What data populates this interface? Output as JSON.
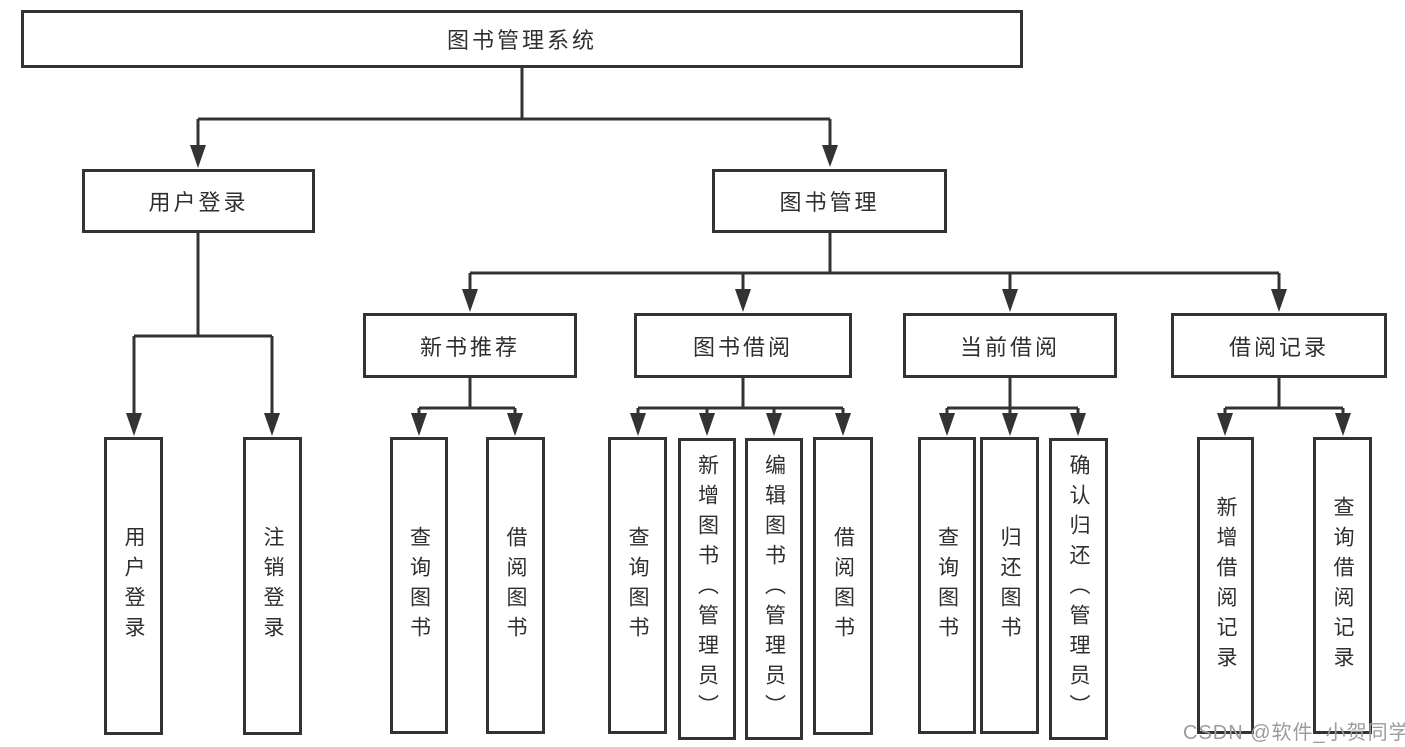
{
  "colors": {
    "background": "#ffffff",
    "line": "#333333",
    "box_border": "#333333",
    "box_fill": "#ffffff",
    "text": "#2f2f2f",
    "watermark": "#9c9c9c"
  },
  "tree": {
    "root": {
      "label": "图书管理系统"
    },
    "user_login": {
      "label": "用户登录",
      "children": [
        {
          "label": "用户登录"
        },
        {
          "label": "注销登录"
        }
      ]
    },
    "book_mgmt": {
      "label": "图书管理",
      "sections": [
        {
          "label": "新书推荐",
          "children": [
            {
              "label": "查询图书"
            },
            {
              "label": "借阅图书"
            }
          ]
        },
        {
          "label": "图书借阅",
          "children": [
            {
              "label": "查询图书"
            },
            {
              "label": "新增图书（管理员）"
            },
            {
              "label": "编辑图书（管理员）"
            },
            {
              "label": "借阅图书"
            }
          ]
        },
        {
          "label": "当前借阅",
          "children": [
            {
              "label": "查询图书"
            },
            {
              "label": "归还图书"
            },
            {
              "label": "确认归还（管理员）"
            }
          ]
        },
        {
          "label": "借阅记录",
          "children": [
            {
              "label": "新增借阅记录"
            },
            {
              "label": "查询借阅记录"
            }
          ]
        }
      ]
    }
  },
  "watermark": {
    "label": "CSDN @软件_小贺同学"
  }
}
